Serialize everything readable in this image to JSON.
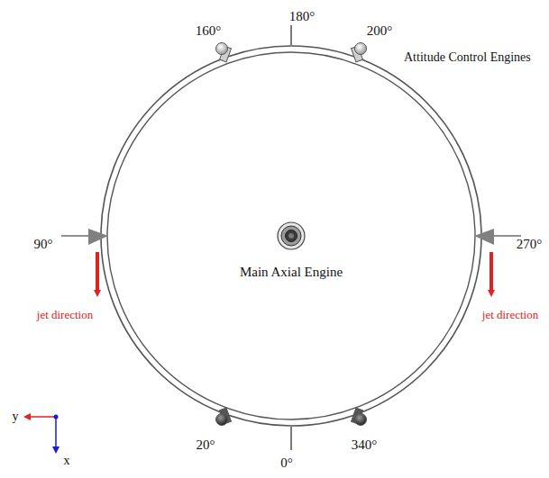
{
  "diagram": {
    "labels": [
      "180°",
      "160°",
      "200°",
      "Attitude Control Engines",
      "90°",
      "270°",
      "jet direction",
      "jet direction",
      "Main Axial Engine",
      "20°",
      "0°",
      "340°",
      "y",
      "x"
    ]
  }
}
